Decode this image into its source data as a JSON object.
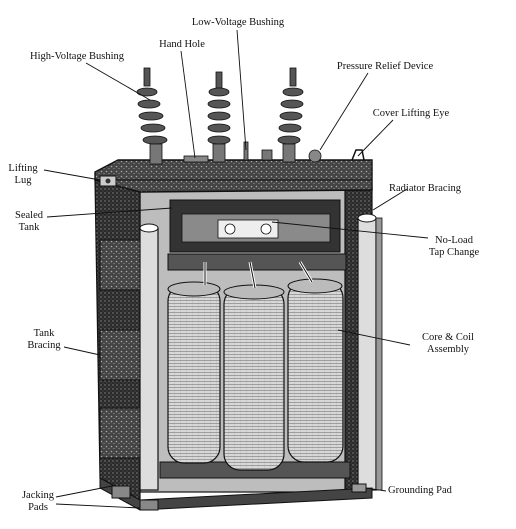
{
  "labels": {
    "high_voltage_bushing": "High-Voltage Bushing",
    "hand_hole": "Hand Hole",
    "low_voltage_bushing": "Low-Voltage Bushing",
    "pressure_relief_device": "Pressure Relief Device",
    "cover_lifting_eye": "Cover Lifting Eye",
    "lifting_lug_1": "Lifting",
    "lifting_lug_2": "Lug",
    "radiator_bracing": "Radiator Bracing",
    "sealed_tank_1": "Sealed",
    "sealed_tank_2": "Tank",
    "no_load_tap_change_1": "No-Load",
    "no_load_tap_change_2": "Tap Change",
    "core_coil_assembly_1": "Core & Coil",
    "core_coil_assembly_2": "Assembly",
    "tank_bracing_1": "Tank",
    "tank_bracing_2": "Bracing",
    "grounding_pad": "Grounding Pad",
    "jacking_pads_1": "Jacking",
    "jacking_pads_2": "Pads"
  }
}
